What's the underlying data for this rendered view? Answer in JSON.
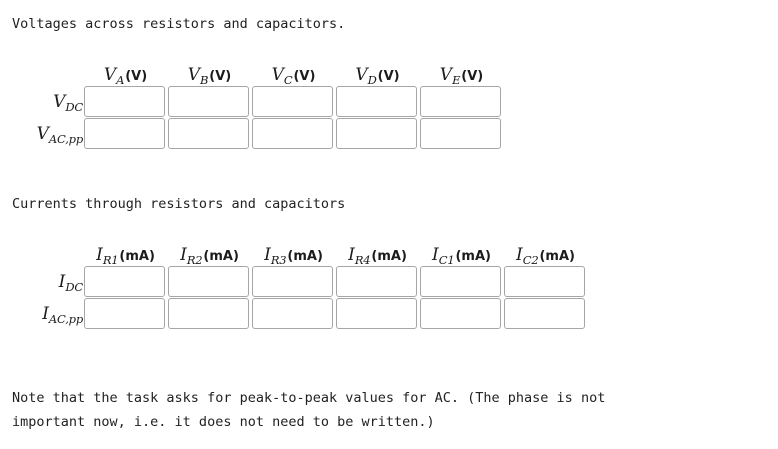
{
  "page": {
    "background_color": "#ffffff",
    "text_color": "#222222",
    "box_border_color": "#a6a6a6"
  },
  "intro": {
    "voltages": "Voltages across resistors and capacitors.",
    "currents": "Currents through resistors and capacitors"
  },
  "voltage_table": {
    "columns": [
      {
        "symbol": "V",
        "subscript": "A",
        "unit": "(V)"
      },
      {
        "symbol": "V",
        "subscript": "B",
        "unit": "(V)"
      },
      {
        "symbol": "V",
        "subscript": "C",
        "unit": "(V)"
      },
      {
        "symbol": "V",
        "subscript": "D",
        "unit": "(V)"
      },
      {
        "symbol": "V",
        "subscript": "E",
        "unit": "(V)"
      }
    ],
    "rows": [
      {
        "symbol": "V",
        "subscript": "DC",
        "cells": [
          {
            "value": "",
            "placeholder": ""
          },
          {
            "value": "",
            "placeholder": ""
          },
          {
            "value": "",
            "placeholder": ""
          },
          {
            "value": "",
            "placeholder": ""
          },
          {
            "value": "",
            "placeholder": ""
          }
        ]
      },
      {
        "symbol": "V",
        "subscript": "AC,pp",
        "cells": [
          {
            "value": "",
            "placeholder": ""
          },
          {
            "value": "",
            "placeholder": ""
          },
          {
            "value": "",
            "placeholder": ""
          },
          {
            "value": "",
            "placeholder": ""
          },
          {
            "value": "",
            "placeholder": ""
          }
        ]
      }
    ]
  },
  "current_table": {
    "columns": [
      {
        "symbol": "I",
        "subscript": "R1",
        "unit": "(mA)"
      },
      {
        "symbol": "I",
        "subscript": "R2",
        "unit": "(mA)"
      },
      {
        "symbol": "I",
        "subscript": "R3",
        "unit": "(mA)"
      },
      {
        "symbol": "I",
        "subscript": "R4",
        "unit": "(mA)"
      },
      {
        "symbol": "I",
        "subscript": "C1",
        "unit": "(mA)"
      },
      {
        "symbol": "I",
        "subscript": "C2",
        "unit": "(mA)"
      }
    ],
    "rows": [
      {
        "symbol": "I",
        "subscript": "DC",
        "cells": [
          {
            "value": "",
            "placeholder": ""
          },
          {
            "value": "",
            "placeholder": ""
          },
          {
            "value": "",
            "placeholder": ""
          },
          {
            "value": "",
            "placeholder": ""
          },
          {
            "value": "",
            "placeholder": ""
          },
          {
            "value": "",
            "placeholder": ""
          }
        ]
      },
      {
        "symbol": "I",
        "subscript": "AC,pp",
        "cells": [
          {
            "value": "",
            "placeholder": ""
          },
          {
            "value": "",
            "placeholder": ""
          },
          {
            "value": "",
            "placeholder": ""
          },
          {
            "value": "",
            "placeholder": ""
          },
          {
            "value": "",
            "placeholder": ""
          },
          {
            "value": "",
            "placeholder": ""
          }
        ]
      }
    ]
  },
  "note": {
    "line1": "Note that the task asks for peak-to-peak values for AC. (The phase is not",
    "line2": "important now, i.e. it does not need to be written.)"
  }
}
